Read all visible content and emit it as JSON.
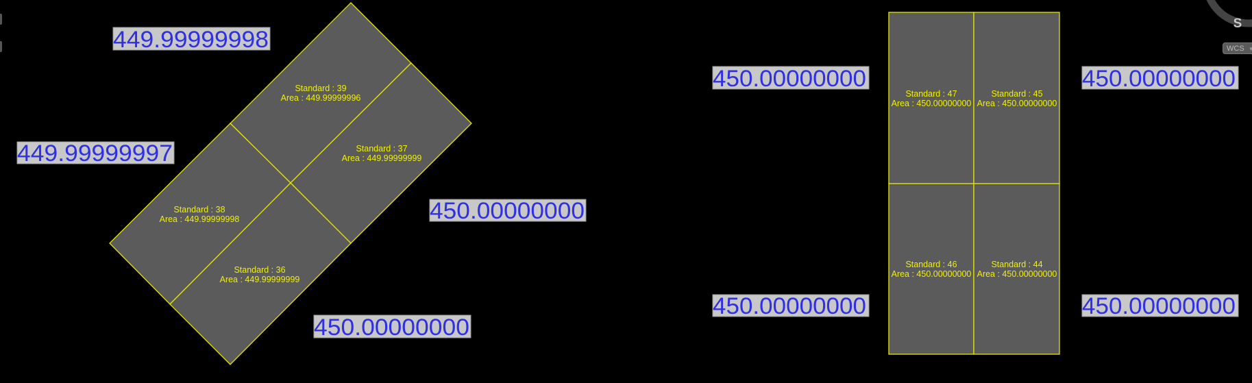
{
  "viewcube": {
    "compass_label": "S",
    "coordinate_system": "WCS",
    "coordinate_system_dropdown_icon": "triangle-down-icon"
  },
  "left_group": {
    "dimensions": [
      "449.99999998",
      "449.99999997",
      "450.00000000",
      "450.00000000"
    ],
    "tiles": [
      {
        "standard": "Standard : 39",
        "area": "Area : 449.99999996"
      },
      {
        "standard": "Standard : 37",
        "area": "Area : 449.99999999"
      },
      {
        "standard": "Standard : 38",
        "area": "Area : 449.99999998"
      },
      {
        "standard": "Standard : 36",
        "area": "Area : 449.99999999"
      }
    ]
  },
  "right_group": {
    "dimensions": [
      "450.00000000",
      "450.00000000",
      "450.00000000",
      "450.00000000"
    ],
    "tiles": [
      {
        "standard": "Standard : 47",
        "area": "Area : 450.00000000"
      },
      {
        "standard": "Standard : 45",
        "area": "Area : 450.00000000"
      },
      {
        "standard": "Standard : 46",
        "area": "Area : 450.00000000"
      },
      {
        "standard": "Standard : 44",
        "area": "Area : 450.00000000"
      }
    ]
  },
  "colors": {
    "background": "#000000",
    "tile_fill": "#5b5b5b",
    "tile_outline": "#e6e600",
    "label_text": "#f0f000",
    "dimension_text": "#2f2fe6",
    "dimension_background": "#c8c8c8"
  }
}
